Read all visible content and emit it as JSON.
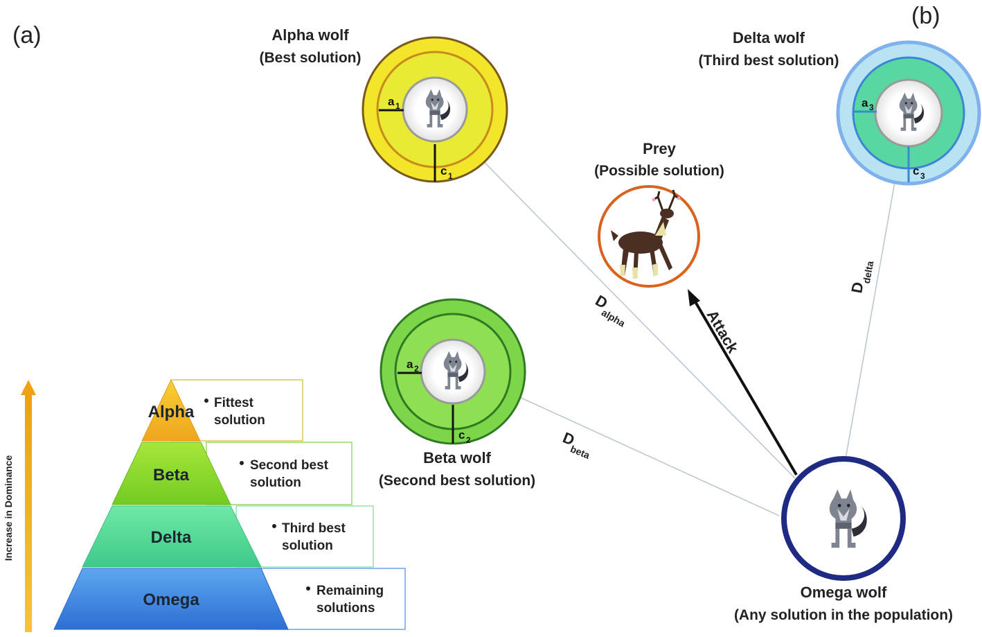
{
  "panel_a_label": "(a)",
  "panel_b_label": "(b)",
  "axis_label": "Increase in Dominance",
  "hierarchy": {
    "alpha": {
      "label": "Alpha",
      "line1": "Fittest",
      "line2": "solution"
    },
    "beta": {
      "label": "Beta",
      "line1": "Second best",
      "line2": "solution"
    },
    "delta": {
      "label": "Delta",
      "line1": "Third best",
      "line2": "solution"
    },
    "omega": {
      "label": "Omega",
      "line1": "Remaining",
      "line2": "solutions"
    }
  },
  "wolves": {
    "alpha": {
      "title": "Alpha wolf",
      "subtitle": "(Best solution)",
      "a": "a",
      "a_sub": "1",
      "c": "c",
      "c_sub": "1"
    },
    "beta": {
      "title": "Beta wolf",
      "subtitle": "(Second best solution)",
      "a": "a",
      "a_sub": "2",
      "c": "c",
      "c_sub": "2"
    },
    "delta": {
      "title": "Delta wolf",
      "subtitle": "(Third best solution)",
      "a": "a",
      "a_sub": "3",
      "c": "c",
      "c_sub": "3"
    },
    "omega": {
      "title": "Omega wolf",
      "subtitle": "(Any solution in the population)"
    }
  },
  "prey": {
    "title": "Prey",
    "subtitle": "(Possible solution)"
  },
  "distances": {
    "alpha": {
      "main": "D",
      "sub": "alpha"
    },
    "beta": {
      "main": "D",
      "sub": "beta"
    },
    "delta": {
      "main": "D",
      "sub": "delta"
    }
  },
  "attack_label": "Attack",
  "colors": {
    "alpha": "#f2e52a",
    "beta": "#7dd64a",
    "delta": "#58d8a0",
    "omega": "#4a8de0",
    "omega_ring": "#1f2a85",
    "prey_ring": "#d9621c",
    "dominance_arrow": "#f3b31f"
  }
}
